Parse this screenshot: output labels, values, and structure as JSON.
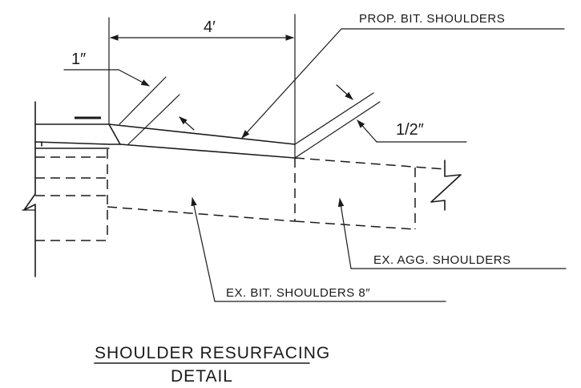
{
  "dimensions": {
    "width_label": "4′",
    "top_thickness_label": "1″",
    "edge_thickness_label": "1/2″"
  },
  "callouts": {
    "prop_bit_shoulders": "PROP. BIT. SHOULDERS",
    "ex_agg_shoulders": "EX. AGG. SHOULDERS",
    "ex_bit_shoulders": "EX. BIT. SHOULDERS 8″"
  },
  "title": {
    "line1": "SHOULDER RESURFACING",
    "line2": "DETAIL"
  }
}
